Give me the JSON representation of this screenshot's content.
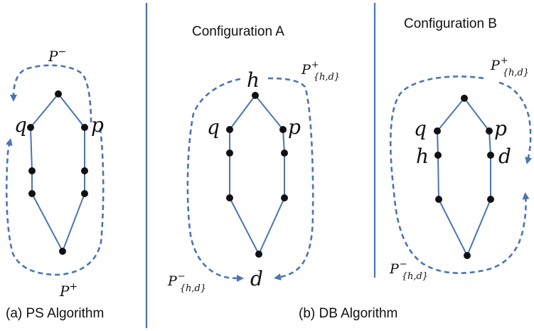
{
  "captions": {
    "ps": "(a) PS Algorithm",
    "db": "(b) DB Algorithm"
  },
  "headings": {
    "config_a": "Configuration A",
    "config_b": "Configuration B"
  },
  "panel_a": {
    "q": "q",
    "p": "p",
    "p_minus": "P",
    "p_minus_sup": "−",
    "p_plus": "P",
    "p_plus_sup": "+"
  },
  "panel_b": {
    "h": "h",
    "q": "q",
    "p": "p",
    "d": "d",
    "plus_label": "P",
    "plus_sup": "+",
    "plus_sub": "{h,d}",
    "minus_label": "P",
    "minus_sup": "−",
    "minus_sub": "{h,d}"
  },
  "panel_c": {
    "q": "q",
    "p": "p",
    "h": "h",
    "d": "d",
    "plus_label": "P",
    "plus_sup": "+",
    "plus_sub": "{h,d}",
    "minus_label": "P",
    "minus_sup": "−",
    "minus_sub": "{h,d}"
  },
  "colors": {
    "line": "#4a74b4",
    "node": "#111111"
  }
}
